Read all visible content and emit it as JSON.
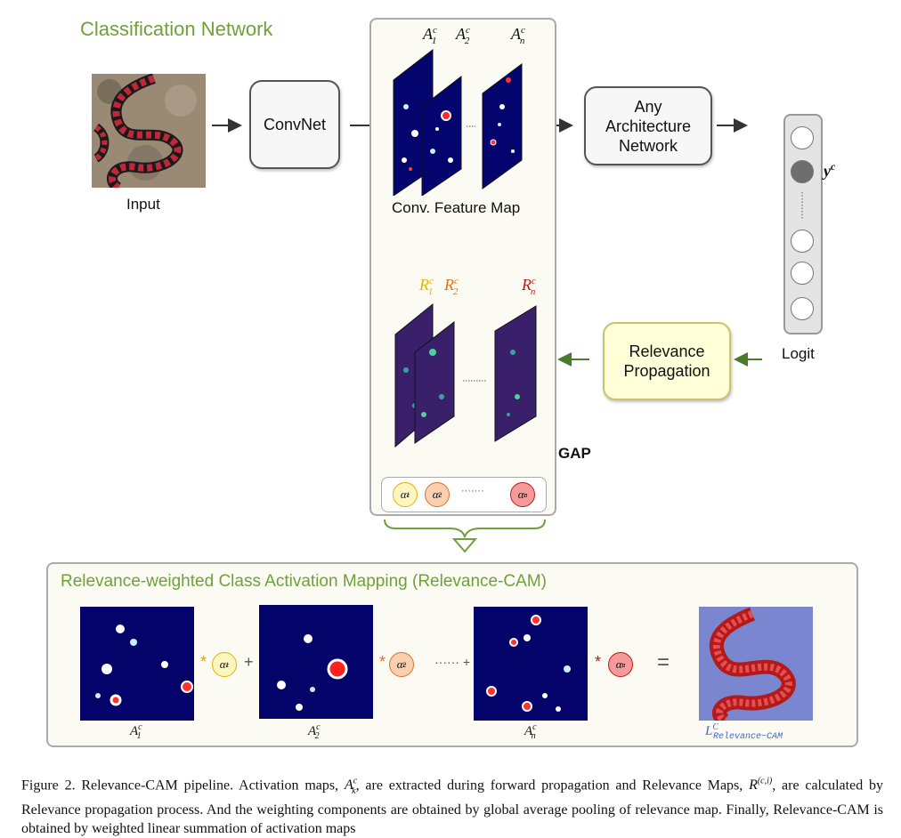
{
  "diagram": {
    "title": "Classification Network",
    "input_label": "Input",
    "convnet_label": "ConvNet",
    "feature_map_label": "Conv. Feature Map",
    "any_arch_label": "Any\nArchitecture\nNetwork",
    "logit_label": "Logit",
    "yc_label": "y",
    "yc_sup": "c",
    "relevance_prop_label": "Relevance\nPropagation",
    "gap_label": "GAP",
    "fmap_labels": {
      "a1": "A",
      "a1_sup": "c",
      "a1_sub": "1",
      "a2": "A",
      "a2_sup": "c",
      "a2_sub": "2",
      "an": "A",
      "an_sup": "c",
      "an_sub": "n"
    },
    "rmap_labels": {
      "r1": "R",
      "r1_sup": "c",
      "r1_sub": "1",
      "r2": "R",
      "r2_sup": "c",
      "r2_sub": "2",
      "rn": "R",
      "rn_sup": "c",
      "rn_sub": "n"
    },
    "alpha": "α",
    "alpha_sup": "c",
    "alpha_subs": [
      "1",
      "2",
      "n"
    ],
    "dots": "·······",
    "cam_title": "Relevance-weighted Class Activation Mapping (Relevance-CAM)",
    "cam_labels": {
      "a1": "A",
      "a1_sup": "c",
      "a1_sub": "1",
      "a2": "A",
      "a2_sup": "c",
      "a2_sub": "2",
      "an": "A",
      "an_sup": "c",
      "an_sub": "n"
    },
    "result_label": "L",
    "result_sup": "C",
    "result_sub": "Relevance−CAM",
    "ops": {
      "times": "*",
      "plus": "+",
      "dots_plus": "······ +",
      "equals": "="
    },
    "colors": {
      "green": "#6ea13a",
      "yellow": "#f2c418",
      "orange": "#f0a070",
      "red": "#e03030",
      "relevance_box": "#ffffd8"
    }
  },
  "caption": {
    "p1": "Figure 2. Relevance-CAM pipeline. Activation maps, ",
    "p1m": "A",
    "p1m_sub": "k",
    "p1m_sup": "c",
    "p2": ", are extracted during forward propagation and Relevance Maps, ",
    "p2m": "R",
    "p2m_sup": "(c,i)",
    "p3": ", are calculated by Relevance propagation process. And the weighting components are obtained by global average pooling of relevance map. Finally, Relevance-CAM is obtained by weighted linear summation of activation maps"
  }
}
